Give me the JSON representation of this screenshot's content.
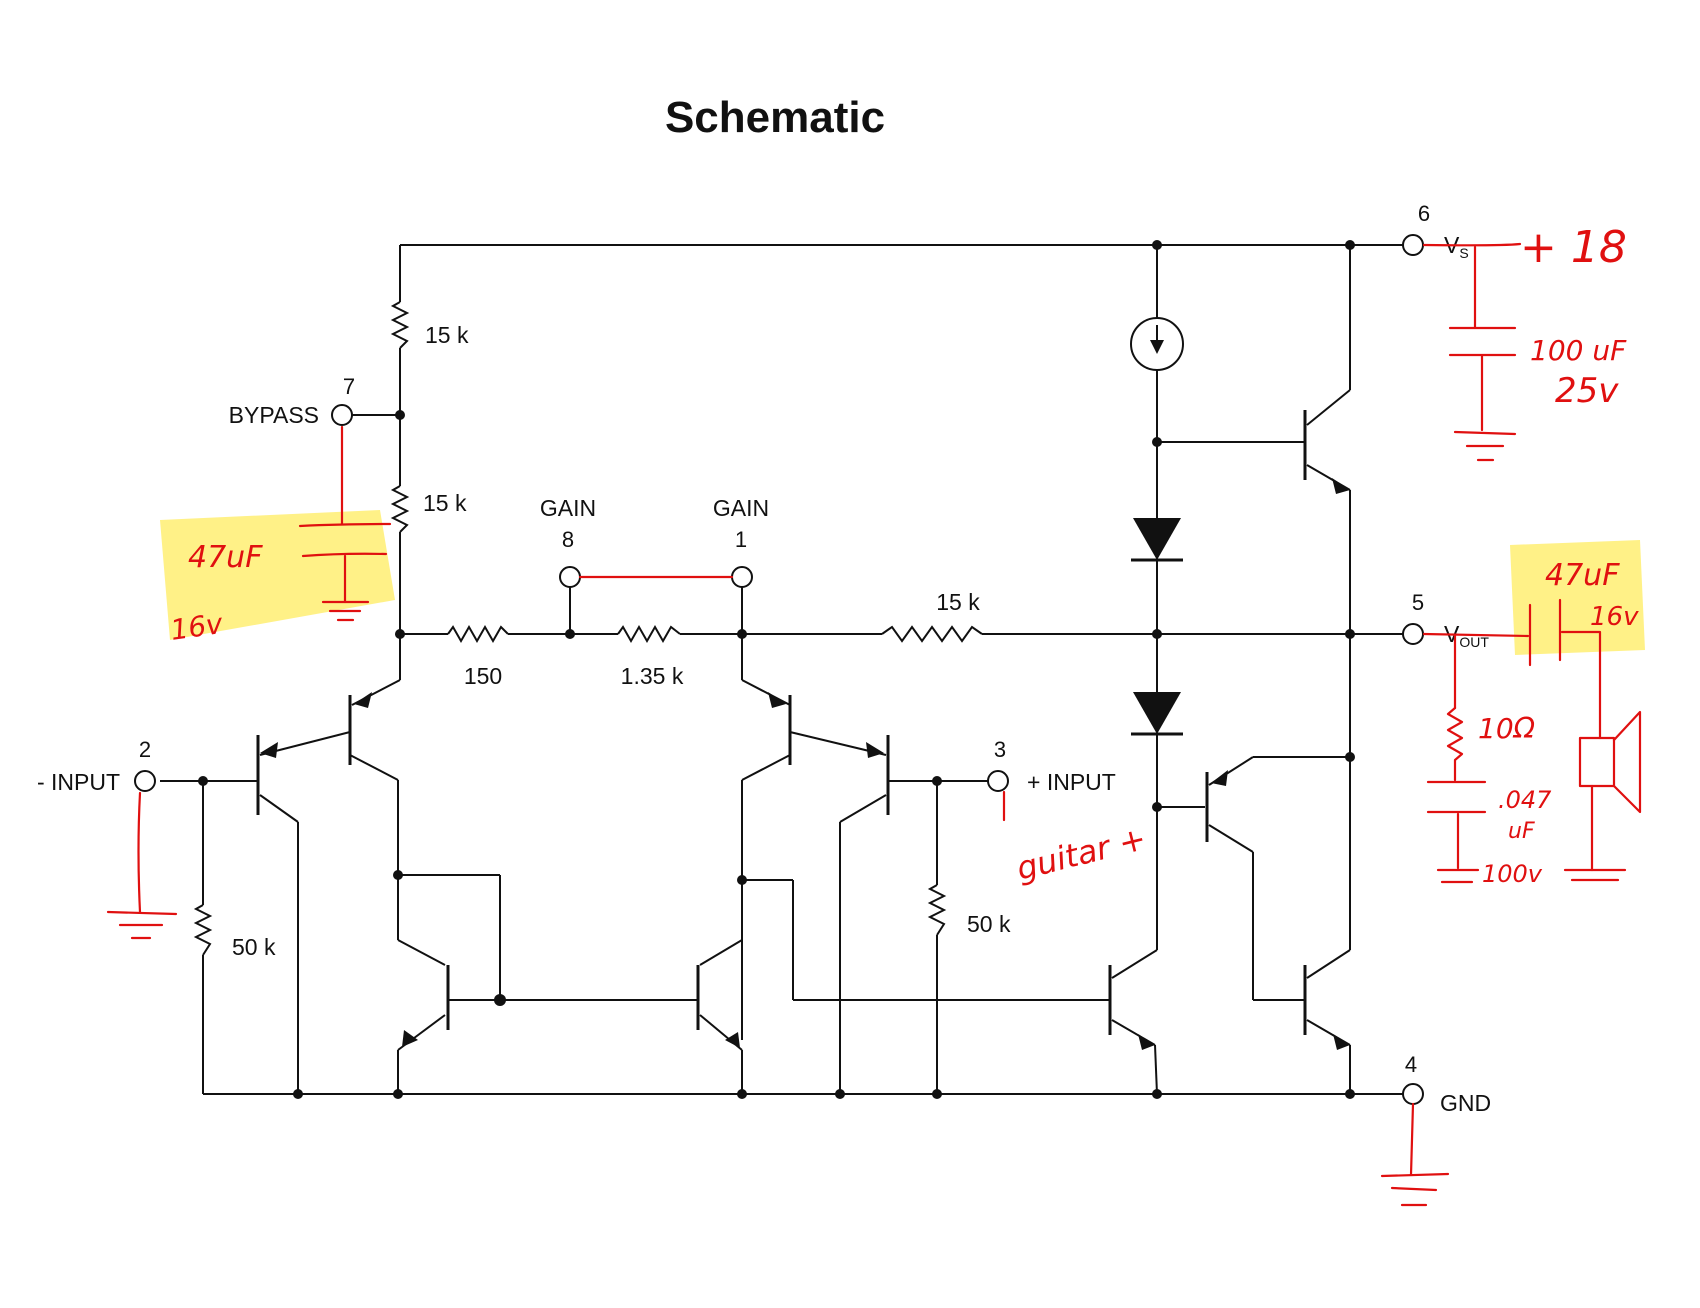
{
  "title": "Schematic",
  "pins": {
    "bypass": {
      "num": "7",
      "label": "BYPASS"
    },
    "gain8": {
      "num": "8",
      "label": "GAIN"
    },
    "gain1": {
      "num": "1",
      "label": "GAIN"
    },
    "vs": {
      "num": "6",
      "label": "V",
      "sub": "S"
    },
    "vout": {
      "num": "5",
      "label": "V",
      "sub": "OUT"
    },
    "ninput": {
      "num": "2",
      "label": "- INPUT"
    },
    "pinput": {
      "num": "3",
      "label": "+ INPUT"
    },
    "gnd": {
      "num": "4",
      "label": "GND"
    }
  },
  "resistors": {
    "r_top": "15 k",
    "r_mid": "15 k",
    "r_150": "150",
    "r_135": "1.35 k",
    "r_fb": "15 k",
    "r_in_left": "50 k",
    "r_in_right": "50 k"
  },
  "annotations": {
    "supply": "+ 18",
    "c_supply_value": "100 uF",
    "c_supply_voltage": "25v",
    "c_bypass_value": "47uF",
    "c_bypass_voltage": "16v",
    "c_out_value": "47uF",
    "c_out_voltage": "16v",
    "zobel_r": "10Ω",
    "zobel_c_value": ".047",
    "zobel_c_unit": "uF",
    "zobel_c_voltage": "100v",
    "input_note": "guitar +"
  },
  "colors": {
    "ink": "#111111",
    "markup": "#e01010",
    "highlight": "#fff07a"
  }
}
